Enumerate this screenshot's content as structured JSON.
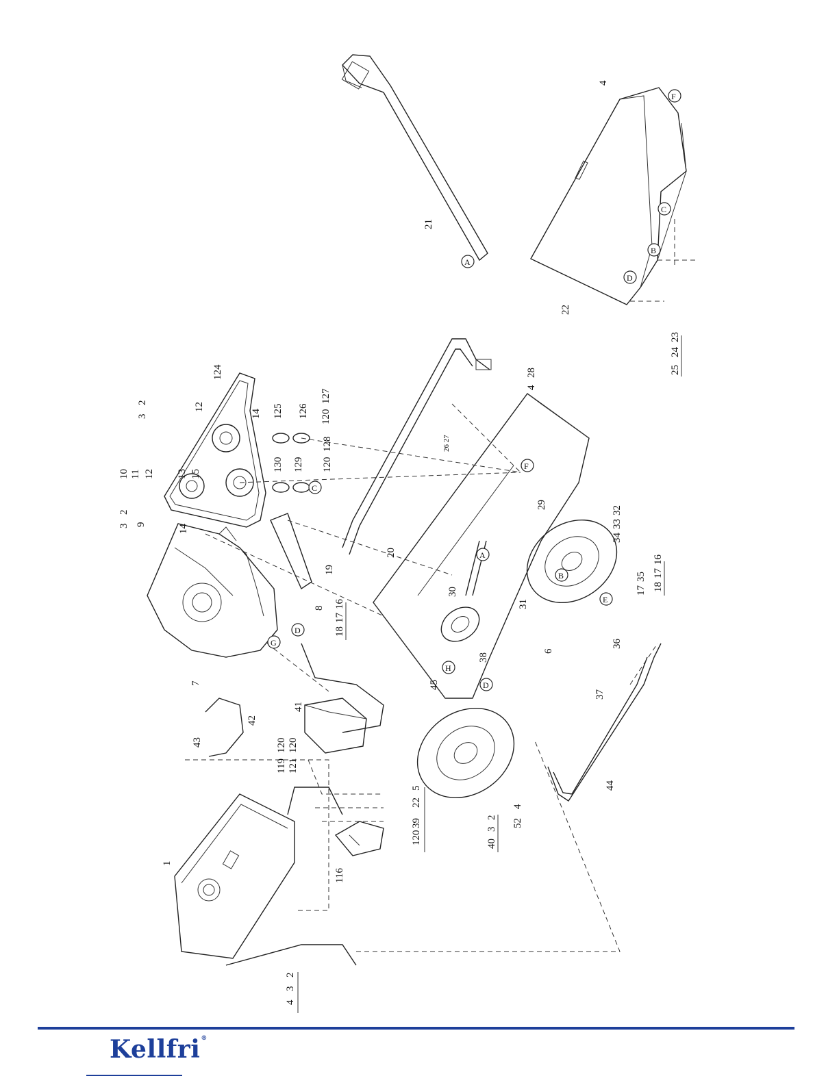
{
  "brand": {
    "logo_text": "Kellfri",
    "reg_mark": "®",
    "color": "#1d3f9a"
  },
  "parts_labels": {
    "p1": "1",
    "p2_a": "2",
    "p3_a": "3",
    "p4_a": "4",
    "p5": "5",
    "p6": "6",
    "p7": "7",
    "p8": "8",
    "p9": "9",
    "p10": "10",
    "p11": "11",
    "p12_a": "12",
    "p12_b": "12",
    "p13": "13",
    "p14_a": "14",
    "p14_b": "14",
    "p15": "15",
    "p16_a": "16",
    "p17_a": "17",
    "p18_a": "18",
    "p16_b": "16",
    "p17_b": "17",
    "p18_b": "18",
    "p17_c": "17",
    "p19": "19",
    "p20": "20",
    "p21": "21",
    "p22_a": "22",
    "p22_b": "22",
    "p23": "23",
    "p24": "24",
    "p25": "25",
    "p26_27": "26 27",
    "p28": "28",
    "p29": "29",
    "p30": "30",
    "p31": "31",
    "p32": "32",
    "p33": "33",
    "p34": "34",
    "p35": "35",
    "p36": "36",
    "p37": "37",
    "p38": "38",
    "p39": "39",
    "p40": "40",
    "p2_b": "2",
    "p3_b": "3",
    "p41": "41",
    "p42": "42",
    "p43": "43",
    "p44": "44",
    "p45": "45",
    "p52": "52",
    "p4_b": "4",
    "p4_c": "4",
    "p4_d": "4",
    "p3_c": "3",
    "p2_c": "2",
    "p3_d": "3",
    "p2_d": "2",
    "p3_e": "3",
    "p2_e": "2",
    "p116": "116",
    "p119": "119",
    "p120_a": "120",
    "p120_b": "120",
    "p121": "121",
    "p120_c": "120",
    "p124": "124",
    "p125": "125",
    "p126": "126",
    "p127": "127",
    "p120_d": "120",
    "p128": "128",
    "p129": "129",
    "p130": "130",
    "p120_e": "120"
  },
  "refs": {
    "A": "A",
    "B": "B",
    "C": "C",
    "D": "D",
    "E": "E",
    "F": "F",
    "G": "G",
    "H": "H"
  }
}
